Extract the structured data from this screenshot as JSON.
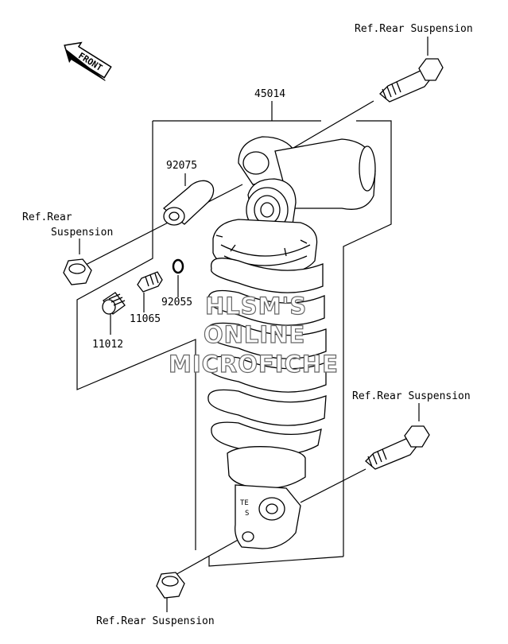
{
  "front_arrow": {
    "label": "FRONT"
  },
  "refs": {
    "top_right": "Ref.Rear Suspension",
    "left_line1": "Ref.Rear",
    "left_line2": "Suspension",
    "mid_right": "Ref.Rear Suspension",
    "bottom": "Ref.Rear Suspension"
  },
  "parts": {
    "assembly": "45014",
    "bushing": "92075",
    "oring": "92055",
    "nipple": "11065",
    "cap": "11012"
  },
  "watermark": {
    "line1": "HLSM'S",
    "line2": "ONLINE",
    "line3": "MICROFICHE"
  },
  "colors": {
    "line": "#000000",
    "part_fill": "#ffffff",
    "watermark_outline": "#666666"
  }
}
